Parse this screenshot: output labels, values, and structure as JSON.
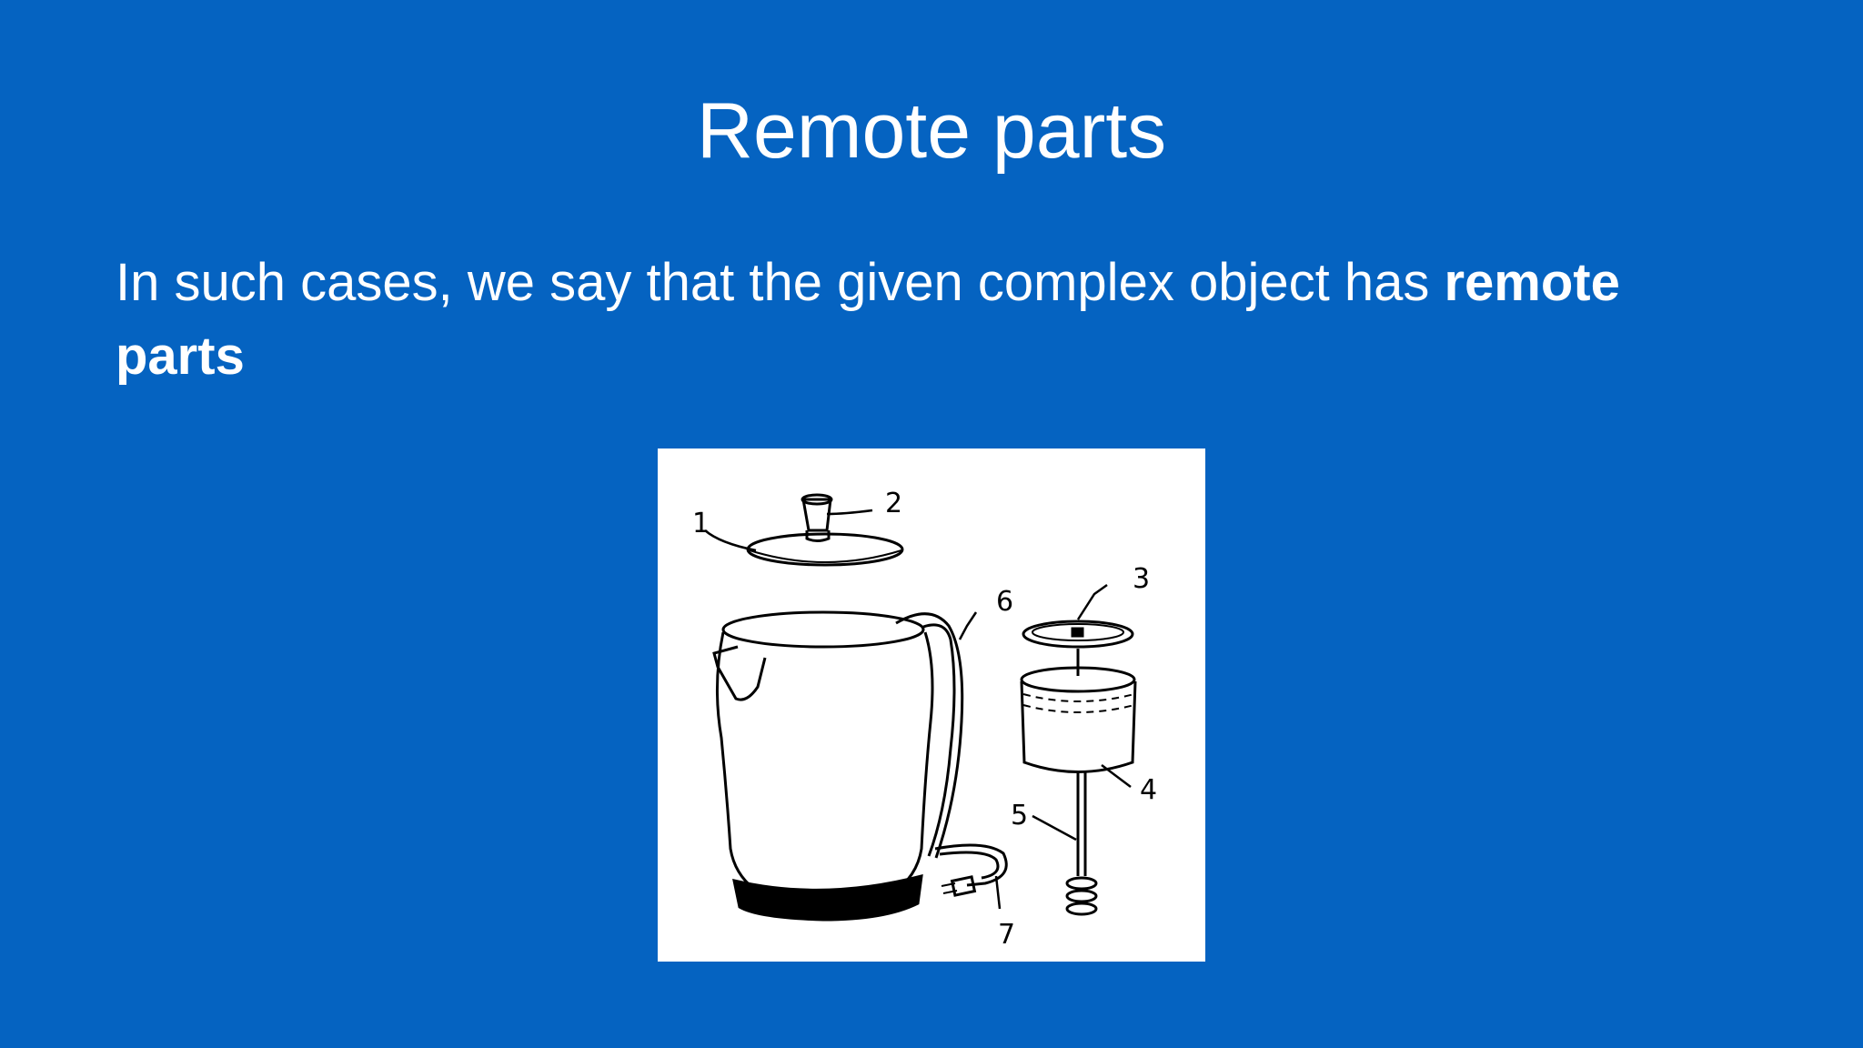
{
  "slide": {
    "title": "Remote parts",
    "body_prefix": "In such cases, we say that the given complex object has ",
    "body_emphasis": "remote parts"
  },
  "figure": {
    "labels": [
      "1",
      "2",
      "3",
      "4",
      "5",
      "6",
      "7"
    ]
  },
  "colors": {
    "background": "#0563c1",
    "text": "#ffffff",
    "figure_background": "#ffffff",
    "drawing_ink": "#000000"
  }
}
